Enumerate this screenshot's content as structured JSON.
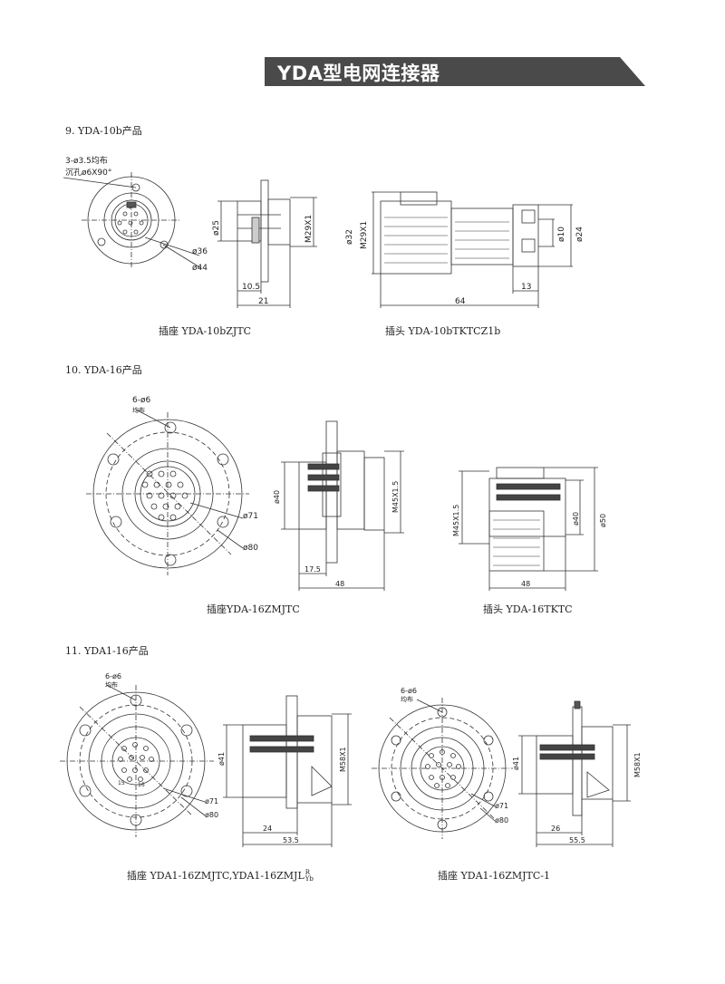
{
  "header": {
    "title": "YDA型电网连接器"
  },
  "sections": [
    {
      "title": "9. YDA-10b产品",
      "labels": {
        "holes": "3-ø3.5均布",
        "countersink": "沉孔ø6X90°",
        "d25": "ø25",
        "d36": "ø36",
        "d44": "ø44",
        "m29_a": "M29X1",
        "d10_5": "10.5",
        "d21": "21",
        "d32": "ø32",
        "m29_b": "M29X1",
        "d10": "ø10",
        "d24": "ø24",
        "d13": "13",
        "d64": "64"
      },
      "captions": [
        "插座 YDA-10bZJTC",
        "插头 YDA-10bTKTCZ1b"
      ]
    },
    {
      "title": "10. YDA-16产品",
      "labels": {
        "holes": "6-ø6",
        "holes_note": "均布",
        "d71": "ø71",
        "d80": "ø80",
        "d40": "ø40",
        "m45_a": "M45X1.5",
        "d17_5": "17.5",
        "d48_a": "48",
        "m45_b": "M45X1.5",
        "d40_b": "ø40",
        "d50": "ø50",
        "d48_b": "48"
      },
      "captions": [
        "插座YDA-16ZMJTC",
        "插头 YDA-16TKTC"
      ]
    },
    {
      "title": "11. YDA1-16产品",
      "labels": {
        "holes_a": "6-ø6",
        "holes_note_a": "均布",
        "d71_a": "ø71",
        "d80_a": "ø80",
        "d41_a": "ø41",
        "m58_a": "M58X1",
        "d24": "24",
        "d53_5": "53.5",
        "holes_b": "6-ø6",
        "holes_note_b": "均布",
        "d71_b": "ø71",
        "d80_b": "ø80",
        "d41_b": "ø41",
        "m58_b": "M58X1",
        "d26": "26",
        "d55_5": "55.5",
        "pin15": "15",
        "pin16": "16"
      },
      "captions": [
        "插座 YDA1-16ZMJTC,YDA1-16ZMJL",
        "插座 YDA1-16ZMJTC-1"
      ],
      "caption_suffix": {
        "top": "R",
        "bottom": "Yb"
      }
    }
  ],
  "colors": {
    "banner": "#4a4a4a",
    "line": "#333333"
  }
}
